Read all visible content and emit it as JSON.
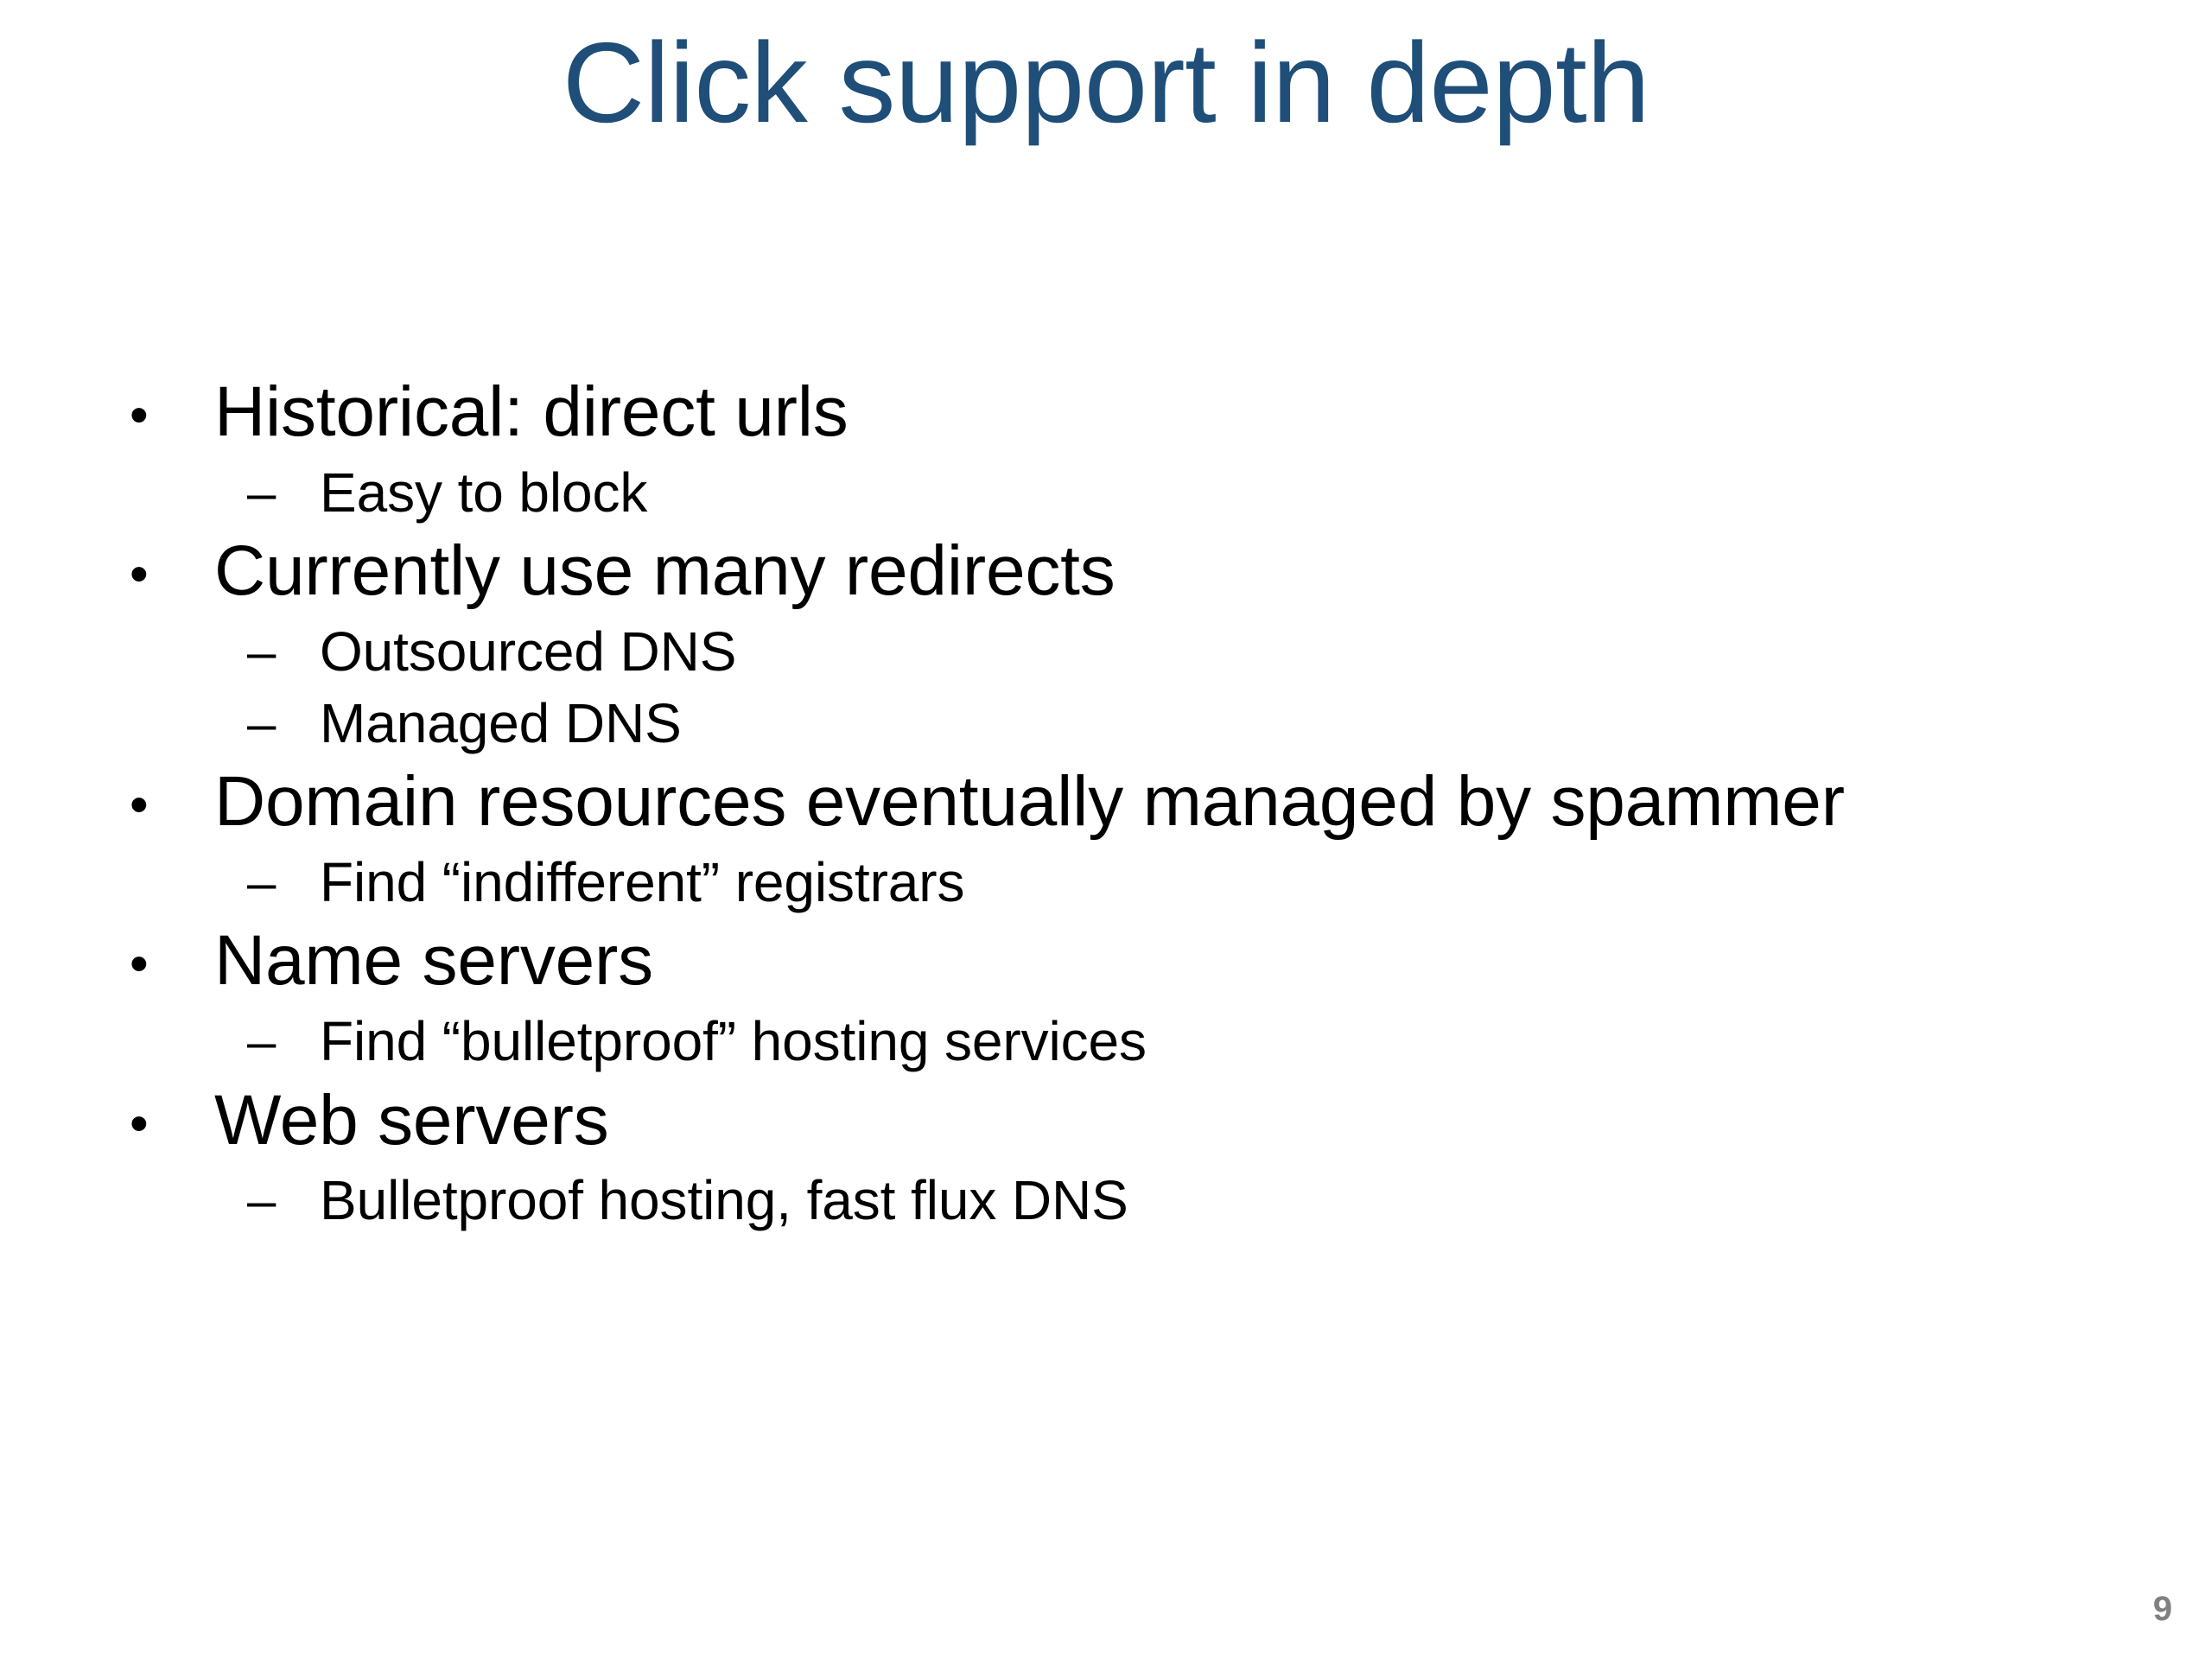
{
  "slide": {
    "title": "Click support in depth",
    "title_color": "#1F4E79",
    "background_color": "#FFFFFF",
    "body_text_color": "#000000",
    "page_number": "9",
    "page_number_color": "#808080",
    "level1_bullet_glyph": "•",
    "level2_bullet_glyph": "–"
  },
  "content": {
    "groups": [
      {
        "heading": "Historical: direct urls",
        "subs": [
          "Easy to block"
        ]
      },
      {
        "heading": "Currently use many redirects",
        "subs": [
          "Outsourced DNS",
          "Managed DNS"
        ]
      },
      {
        "heading": "Domain resources eventually managed by spammer",
        "subs": [
          "Find “indifferent” registrars"
        ]
      },
      {
        "heading": "Name servers",
        "subs": [
          "Find “bulletproof” hosting services"
        ]
      },
      {
        "heading": "Web servers",
        "subs": [
          "Bulletproof hosting, fast flux DNS"
        ]
      }
    ]
  }
}
